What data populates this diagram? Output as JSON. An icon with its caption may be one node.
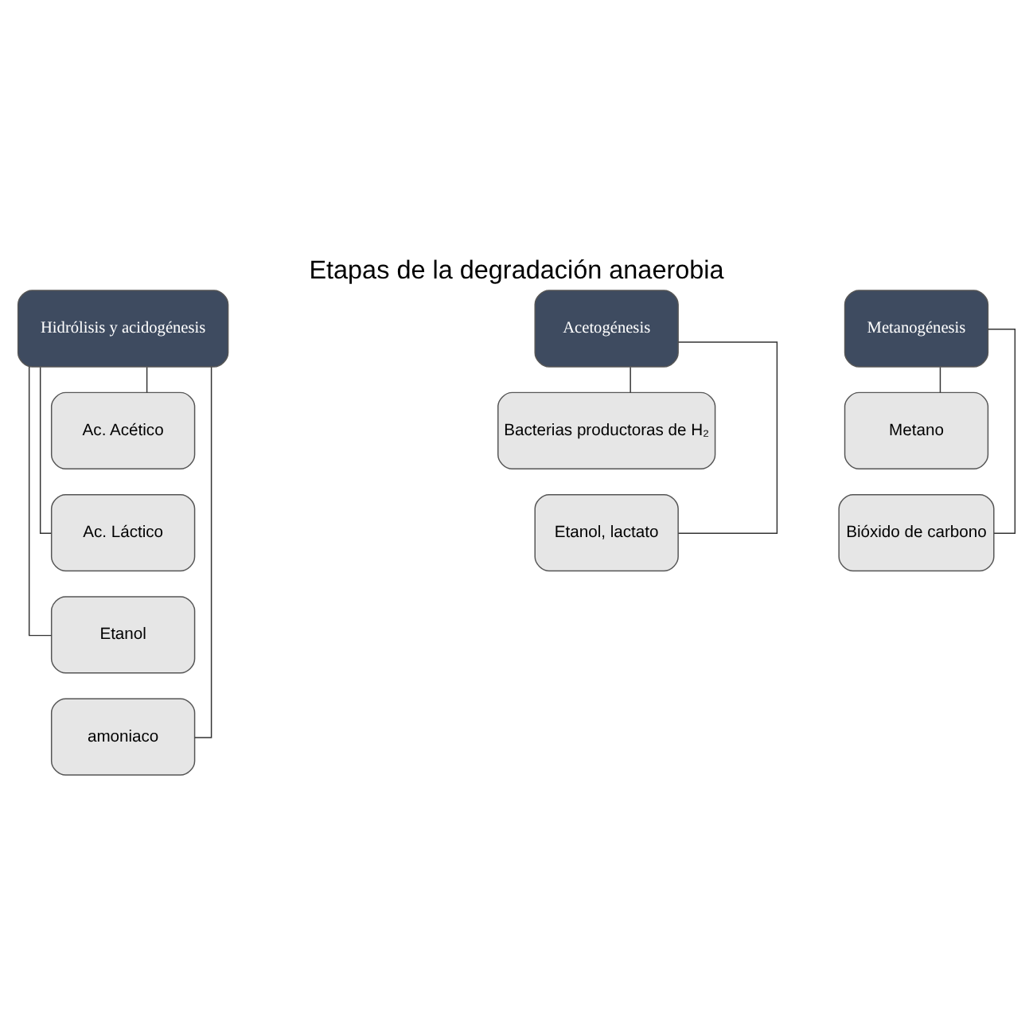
{
  "diagram": {
    "title": "Etapas de la degradación anaerobia",
    "nodes": [
      {
        "text": [
          "Hidrólisis y acidogénesis"
        ]
      },
      {
        "text": [
          "Ac. Acético"
        ]
      },
      {
        "text": [
          "Ac. Láctico"
        ]
      },
      {
        "text": [
          "Etanol"
        ]
      },
      {
        "text": [
          "amoniaco"
        ]
      },
      {
        "text": [
          "Acetogénesis"
        ]
      },
      {
        "text": [
          "Bacterias productoras de H₂"
        ]
      },
      {
        "text": [
          "Etanol, lactato"
        ]
      },
      {
        "text": [
          "Metanogénesis"
        ]
      },
      {
        "text": [
          "Metano"
        ]
      },
      {
        "text": [
          "Bióxido de carbono"
        ]
      }
    ],
    "edges": [
      {
        "from": 0,
        "to": 1,
        "arrow": "none"
      },
      {
        "from": 0,
        "to": 2,
        "arrow": "none"
      },
      {
        "from": 0,
        "to": 3,
        "arrow": "none"
      },
      {
        "from": 0,
        "to": 4,
        "arrow": "none"
      },
      {
        "from": 5,
        "to": 6,
        "arrow": "none"
      },
      {
        "from": 5,
        "to": 7,
        "arrow": "none"
      },
      {
        "from": 8,
        "to": 9,
        "arrow": "none"
      },
      {
        "from": 8,
        "to": 10,
        "arrow": "none"
      }
    ]
  }
}
